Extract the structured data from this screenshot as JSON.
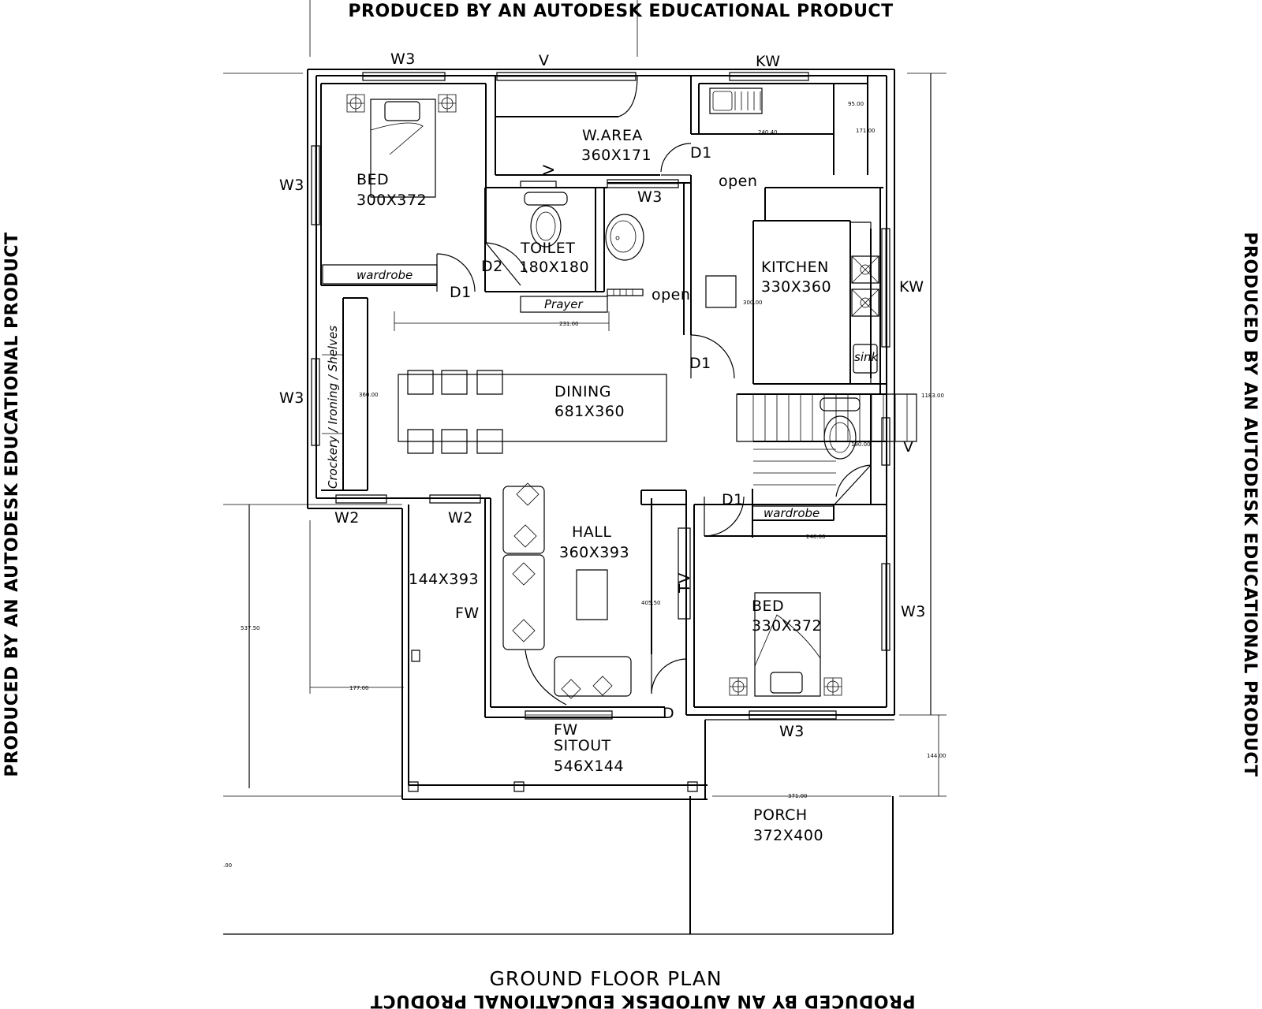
{
  "watermark": "PRODUCED BY AN AUTODESK EDUCATIONAL PRODUCT",
  "title": "GROUND FLOOR  PLAN",
  "rooms": {
    "bed1": {
      "name": "BED",
      "size": "300X372"
    },
    "warea": {
      "name": "W.AREA",
      "size": "360X171"
    },
    "toilet": {
      "name": "TOILET",
      "size": "180X180"
    },
    "kitchen": {
      "name": "KITCHEN",
      "size": "330X360"
    },
    "dining": {
      "name": "DINING",
      "size": "681X360"
    },
    "hall": {
      "name": "HALL",
      "size": "360X393"
    },
    "bed2": {
      "name": "BED",
      "size": "330X372"
    },
    "sitout": {
      "name": "SITOUT",
      "size": "546X144"
    },
    "porch": {
      "name": "PORCH",
      "size": "372X400"
    },
    "side": {
      "size": "144X393"
    }
  },
  "openings": {
    "w3": "W3",
    "w2": "W2",
    "v": "V",
    "kw": "KW",
    "d1": "D1",
    "d2": "D2",
    "d": "D",
    "fw": "FW",
    "open": "open"
  },
  "fixtures": {
    "wardrobe": "wardrobe",
    "prayer": "Prayer",
    "sink": "sink",
    "tv": "TV",
    "shelves": "Crockery  /  Ironing  /  Shelves"
  },
  "dimensions": {
    "d95": "95.00",
    "d240a": "240.40",
    "d171": "171.00",
    "d300": "300.00",
    "d231": "231.00",
    "d360": "360.00",
    "d1183": "1183.00",
    "d180": "180.00",
    "d240b": "240.00",
    "d405": "405.50",
    "d537": "537.50",
    "d177": "177.00",
    "d144": "144.00",
    "d371": "371.00",
    "d00": ".00"
  }
}
